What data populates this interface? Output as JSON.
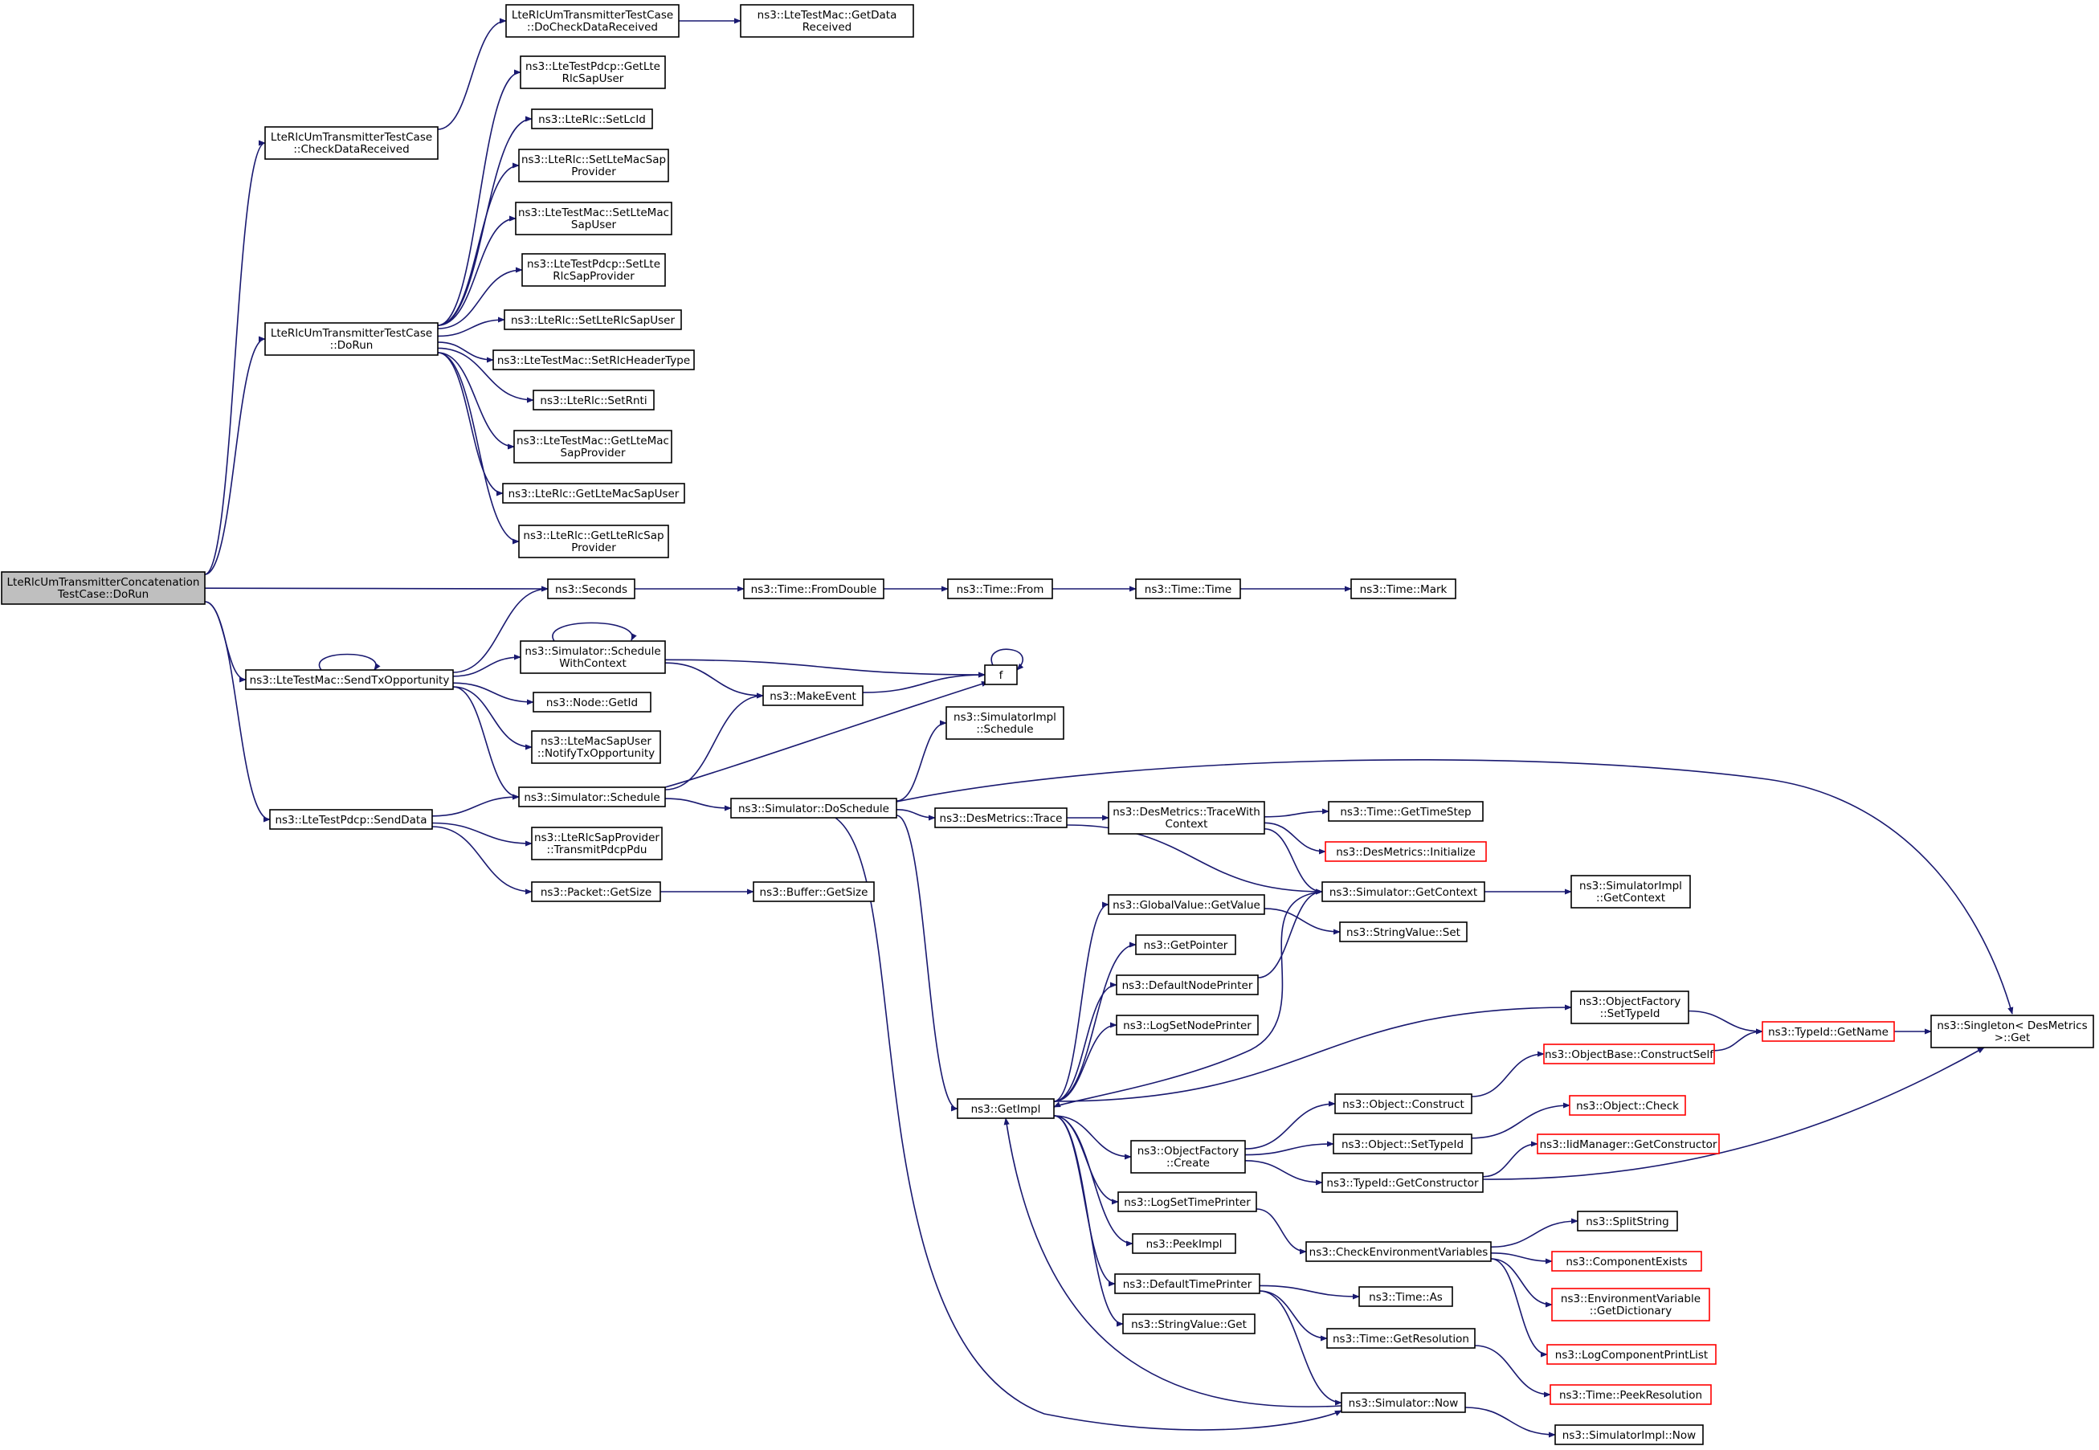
{
  "graph": {
    "edge_color": "#191970",
    "truncated_border_color": "#ff0000",
    "root_fill": "#bfbfbf",
    "nodes": [
      {
        "id": "root",
        "lines": [
          "LteRlcUmTransmitterConcatenation",
          "TestCase::DoRun"
        ],
        "root": true
      },
      {
        "id": "checkdata",
        "lines": [
          "LteRlcUmTransmitterTestCase",
          "::CheckDataReceived"
        ]
      },
      {
        "id": "docheck",
        "lines": [
          "LteRlcUmTransmitterTestCase",
          "::DoCheckDataReceived"
        ]
      },
      {
        "id": "getdatarecv",
        "lines": [
          "ns3::LteTestMac::GetData",
          "Received"
        ]
      },
      {
        "id": "dorun",
        "lines": [
          "LteRlcUmTransmitterTestCase",
          "::DoRun"
        ]
      },
      {
        "id": "pdcp_getrlcsapuser",
        "lines": [
          "ns3::LteTestPdcp::GetLte",
          "RlcSapUser"
        ]
      },
      {
        "id": "setlcid",
        "lines": [
          "ns3::LteRlc::SetLcId"
        ]
      },
      {
        "id": "setltemacsapprov",
        "lines": [
          "ns3::LteRlc::SetLteMacSap",
          "Provider"
        ]
      },
      {
        "id": "mac_setltemacsapuser",
        "lines": [
          "ns3::LteTestMac::SetLteMac",
          "SapUser"
        ]
      },
      {
        "id": "pdcp_setlterlcsapprov",
        "lines": [
          "ns3::LteTestPdcp::SetLte",
          "RlcSapProvider"
        ]
      },
      {
        "id": "setlterlcsapuser",
        "lines": [
          "ns3::LteRlc::SetLteRlcSapUser"
        ]
      },
      {
        "id": "setrlcheadertype",
        "lines": [
          "ns3::LteTestMac::SetRlcHeaderType"
        ]
      },
      {
        "id": "setrnti",
        "lines": [
          "ns3::LteRlc::SetRnti"
        ]
      },
      {
        "id": "mac_getltemacsapprov",
        "lines": [
          "ns3::LteTestMac::GetLteMac",
          "SapProvider"
        ]
      },
      {
        "id": "getltemacsapuser",
        "lines": [
          "ns3::LteRlc::GetLteMacSapUser"
        ]
      },
      {
        "id": "getlterlcsapprov",
        "lines": [
          "ns3::LteRlc::GetLteRlcSap",
          "Provider"
        ]
      },
      {
        "id": "seconds",
        "lines": [
          "ns3::Seconds"
        ]
      },
      {
        "id": "fromdouble",
        "lines": [
          "ns3::Time::FromDouble"
        ]
      },
      {
        "id": "from",
        "lines": [
          "ns3::Time::From"
        ]
      },
      {
        "id": "time",
        "lines": [
          "ns3::Time::Time"
        ]
      },
      {
        "id": "mark",
        "lines": [
          "ns3::Time::Mark"
        ]
      },
      {
        "id": "sendtx",
        "lines": [
          "ns3::LteTestMac::SendTxOpportunity"
        ]
      },
      {
        "id": "schedwithctx",
        "lines": [
          "ns3::Simulator::Schedule",
          "WithContext"
        ]
      },
      {
        "id": "f",
        "lines": [
          "f"
        ]
      },
      {
        "id": "makeevent",
        "lines": [
          "ns3::MakeEvent"
        ]
      },
      {
        "id": "nodegetid",
        "lines": [
          "ns3::Node::GetId"
        ]
      },
      {
        "id": "notifytx",
        "lines": [
          "ns3::LteMacSapUser",
          "::NotifyTxOpportunity"
        ]
      },
      {
        "id": "schedule",
        "lines": [
          "ns3::Simulator::Schedule"
        ]
      },
      {
        "id": "implschedule",
        "lines": [
          "ns3::SimulatorImpl",
          "::Schedule"
        ]
      },
      {
        "id": "senddata",
        "lines": [
          "ns3::LteTestPdcp::SendData"
        ]
      },
      {
        "id": "doschedule",
        "lines": [
          "ns3::Simulator::DoSchedule"
        ]
      },
      {
        "id": "desmetrics_trace",
        "lines": [
          "ns3::DesMetrics::Trace"
        ]
      },
      {
        "id": "tracewithctx",
        "lines": [
          "ns3::DesMetrics::TraceWith",
          "Context"
        ]
      },
      {
        "id": "gettimestep",
        "lines": [
          "ns3::Time::GetTimeStep"
        ]
      },
      {
        "id": "desinit",
        "lines": [
          "ns3::DesMetrics::Initialize"
        ],
        "truncated": true
      },
      {
        "id": "transmitpdcp",
        "lines": [
          "ns3::LteRlcSapProvider",
          "::TransmitPdcpPdu"
        ]
      },
      {
        "id": "packetgetsize",
        "lines": [
          "ns3::Packet::GetSize"
        ]
      },
      {
        "id": "buffergetsize",
        "lines": [
          "ns3::Buffer::GetSize"
        ]
      },
      {
        "id": "simgetcontext",
        "lines": [
          "ns3::Simulator::GetContext"
        ]
      },
      {
        "id": "implgetcontext",
        "lines": [
          "ns3::SimulatorImpl",
          "::GetContext"
        ]
      },
      {
        "id": "globalgetvalue",
        "lines": [
          "ns3::GlobalValue::GetValue"
        ]
      },
      {
        "id": "stringset",
        "lines": [
          "ns3::StringValue::Set"
        ]
      },
      {
        "id": "getpointer",
        "lines": [
          "ns3::GetPointer"
        ]
      },
      {
        "id": "defnodeprinter",
        "lines": [
          "ns3::DefaultNodePrinter"
        ]
      },
      {
        "id": "logsetnodeprinter",
        "lines": [
          "ns3::LogSetNodePrinter"
        ]
      },
      {
        "id": "ofsettypeid",
        "lines": [
          "ns3::ObjectFactory",
          "::SetTypeId"
        ]
      },
      {
        "id": "typeidgetname",
        "lines": [
          "ns3::TypeId::GetName"
        ],
        "truncated": true
      },
      {
        "id": "singletonget",
        "lines": [
          "ns3::Singleton< DesMetrics",
          ">::Get"
        ]
      },
      {
        "id": "constructself",
        "lines": [
          "ns3::ObjectBase::ConstructSelf"
        ],
        "truncated": true
      },
      {
        "id": "getimpl",
        "lines": [
          "ns3::GetImpl"
        ]
      },
      {
        "id": "objconstruct",
        "lines": [
          "ns3::Object::Construct"
        ]
      },
      {
        "id": "objcheck",
        "lines": [
          "ns3::Object::Check"
        ],
        "truncated": true
      },
      {
        "id": "ofcreate",
        "lines": [
          "ns3::ObjectFactory",
          "::Create"
        ]
      },
      {
        "id": "objsettypeid",
        "lines": [
          "ns3::Object::SetTypeId"
        ]
      },
      {
        "id": "iidgetctor",
        "lines": [
          "ns3::IidManager::GetConstructor"
        ],
        "truncated": true
      },
      {
        "id": "typeidgetctor",
        "lines": [
          "ns3::TypeId::GetConstructor"
        ]
      },
      {
        "id": "logsettimeprinter",
        "lines": [
          "ns3::LogSetTimePrinter"
        ]
      },
      {
        "id": "splitstring",
        "lines": [
          "ns3::SplitString"
        ]
      },
      {
        "id": "checkenv",
        "lines": [
          "ns3::CheckEnvironmentVariables"
        ]
      },
      {
        "id": "compexists",
        "lines": [
          "ns3::ComponentExists"
        ],
        "truncated": true
      },
      {
        "id": "peekimpl",
        "lines": [
          "ns3::PeekImpl"
        ]
      },
      {
        "id": "envgetdict",
        "lines": [
          "ns3::EnvironmentVariable",
          "::GetDictionary"
        ],
        "truncated": true
      },
      {
        "id": "deftimeprinter",
        "lines": [
          "ns3::DefaultTimePrinter"
        ]
      },
      {
        "id": "timeas",
        "lines": [
          "ns3::Time::As"
        ]
      },
      {
        "id": "stringget",
        "lines": [
          "ns3::StringValue::Get"
        ]
      },
      {
        "id": "getresolution",
        "lines": [
          "ns3::Time::GetResolution"
        ]
      },
      {
        "id": "logcompprint",
        "lines": [
          "ns3::LogComponentPrintList"
        ],
        "truncated": true
      },
      {
        "id": "peekresolution",
        "lines": [
          "ns3::Time::PeekResolution"
        ],
        "truncated": true
      },
      {
        "id": "simnow",
        "lines": [
          "ns3::Simulator::Now"
        ]
      },
      {
        "id": "implnow",
        "lines": [
          "ns3::SimulatorImpl::Now"
        ]
      }
    ],
    "edges": [
      [
        "root",
        "checkdata"
      ],
      [
        "root",
        "dorun"
      ],
      [
        "root",
        "seconds"
      ],
      [
        "root",
        "sendtx"
      ],
      [
        "root",
        "senddata"
      ],
      [
        "checkdata",
        "docheck"
      ],
      [
        "docheck",
        "getdatarecv"
      ],
      [
        "dorun",
        "pdcp_getrlcsapuser"
      ],
      [
        "dorun",
        "setlcid"
      ],
      [
        "dorun",
        "setltemacsapprov"
      ],
      [
        "dorun",
        "mac_setltemacsapuser"
      ],
      [
        "dorun",
        "pdcp_setlterlcsapprov"
      ],
      [
        "dorun",
        "setlterlcsapuser"
      ],
      [
        "dorun",
        "setrlcheadertype"
      ],
      [
        "dorun",
        "setrnti"
      ],
      [
        "dorun",
        "mac_getltemacsapprov"
      ],
      [
        "dorun",
        "getltemacsapuser"
      ],
      [
        "dorun",
        "getlterlcsapprov"
      ],
      [
        "seconds",
        "fromdouble"
      ],
      [
        "fromdouble",
        "from"
      ],
      [
        "from",
        "time"
      ],
      [
        "time",
        "mark"
      ],
      [
        "sendtx",
        "sendtx"
      ],
      [
        "sendtx",
        "seconds"
      ],
      [
        "sendtx",
        "schedwithctx"
      ],
      [
        "sendtx",
        "nodegetid"
      ],
      [
        "sendtx",
        "notifytx"
      ],
      [
        "sendtx",
        "schedule"
      ],
      [
        "schedwithctx",
        "schedwithctx"
      ],
      [
        "schedwithctx",
        "f"
      ],
      [
        "schedwithctx",
        "makeevent"
      ],
      [
        "makeevent",
        "f"
      ],
      [
        "f",
        "f"
      ],
      [
        "schedule",
        "f"
      ],
      [
        "schedule",
        "makeevent"
      ],
      [
        "schedule",
        "doschedule"
      ],
      [
        "senddata",
        "schedule"
      ],
      [
        "senddata",
        "transmitpdcp"
      ],
      [
        "senddata",
        "packetgetsize"
      ],
      [
        "packetgetsize",
        "buffergetsize"
      ],
      [
        "doschedule",
        "implschedule"
      ],
      [
        "doschedule",
        "singletonget"
      ],
      [
        "doschedule",
        "desmetrics_trace"
      ],
      [
        "doschedule",
        "getimpl"
      ],
      [
        "doschedule",
        "simnow"
      ],
      [
        "desmetrics_trace",
        "tracewithctx"
      ],
      [
        "desmetrics_trace",
        "simgetcontext"
      ],
      [
        "tracewithctx",
        "gettimestep"
      ],
      [
        "tracewithctx",
        "desinit"
      ],
      [
        "tracewithctx",
        "simgetcontext"
      ],
      [
        "simgetcontext",
        "implgetcontext"
      ],
      [
        "simgetcontext",
        "getimpl"
      ],
      [
        "globalgetvalue",
        "stringset"
      ],
      [
        "defnodeprinter",
        "simgetcontext"
      ],
      [
        "getimpl",
        "globalgetvalue"
      ],
      [
        "getimpl",
        "getpointer"
      ],
      [
        "getimpl",
        "defnodeprinter"
      ],
      [
        "getimpl",
        "logsetnodeprinter"
      ],
      [
        "getimpl",
        "ofsettypeid"
      ],
      [
        "getimpl",
        "ofcreate"
      ],
      [
        "getimpl",
        "logsettimeprinter"
      ],
      [
        "getimpl",
        "peekimpl"
      ],
      [
        "getimpl",
        "deftimeprinter"
      ],
      [
        "getimpl",
        "stringget"
      ],
      [
        "ofsettypeid",
        "typeidgetname"
      ],
      [
        "typeidgetname",
        "singletonget"
      ],
      [
        "constructself",
        "typeidgetname"
      ],
      [
        "ofcreate",
        "objconstruct"
      ],
      [
        "ofcreate",
        "objsettypeid"
      ],
      [
        "ofcreate",
        "typeidgetctor"
      ],
      [
        "objconstruct",
        "constructself"
      ],
      [
        "objsettypeid",
        "objcheck"
      ],
      [
        "typeidgetctor",
        "iidgetctor"
      ],
      [
        "typeidgetctor",
        "singletonget"
      ],
      [
        "logsettimeprinter",
        "checkenv"
      ],
      [
        "checkenv",
        "splitstring"
      ],
      [
        "checkenv",
        "compexists"
      ],
      [
        "checkenv",
        "envgetdict"
      ],
      [
        "checkenv",
        "logcompprint"
      ],
      [
        "deftimeprinter",
        "timeas"
      ],
      [
        "deftimeprinter",
        "getresolution"
      ],
      [
        "deftimeprinter",
        "simnow"
      ],
      [
        "getresolution",
        "peekresolution"
      ],
      [
        "simnow",
        "getimpl"
      ],
      [
        "simnow",
        "implnow"
      ]
    ]
  }
}
